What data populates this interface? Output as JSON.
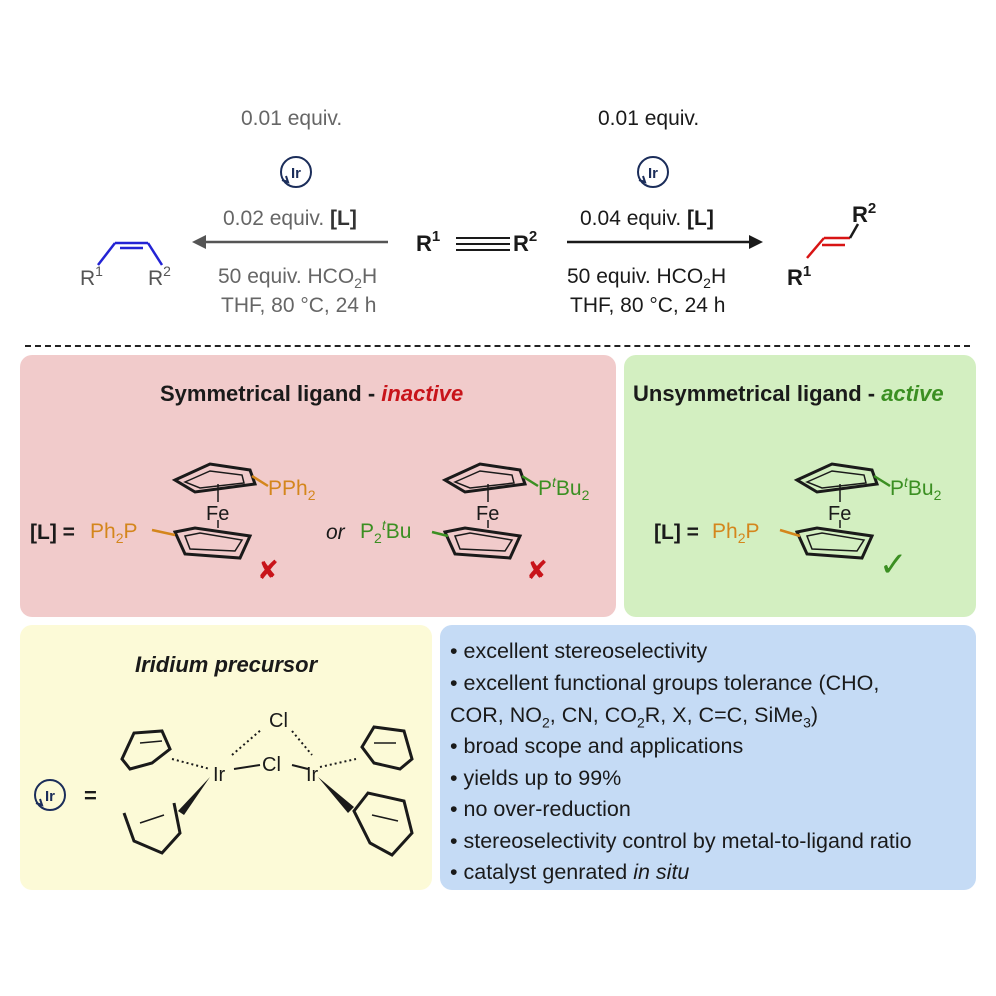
{
  "colors": {
    "red_panel": "#f1cbcb",
    "green_panel": "#d3efc1",
    "yellow_panel": "#fcfad7",
    "blue_panel": "#c5dbf5",
    "orange_phosphine": "#d4861c",
    "green_phosphine": "#3b8f22",
    "inactive_red": "#c8141a",
    "active_green": "#3b8f22",
    "alkene_blue": "#2323d4",
    "alkene_red": "#d81414",
    "ir_navy": "#1b2d5a"
  },
  "reaction": {
    "substrate_r1": "R",
    "substrate_r1_sup": "1",
    "substrate_r2": "R",
    "substrate_r2_sup": "2",
    "left": {
      "equiv_top": "0.01 equiv.",
      "ir_label": "Ir",
      "ligand_equiv": "0.02 equiv.",
      "ligand_label": "[L]",
      "acid_prefix": "50 equiv. HCO",
      "acid_sub": "2",
      "acid_suffix": "H",
      "conditions": "THF, 80 °C, 24 h",
      "product_r1": "R",
      "product_r1_sup": "1",
      "product_r2": "R",
      "product_r2_sup": "2"
    },
    "right": {
      "equiv_top": "0.01 equiv.",
      "ir_label": "Ir",
      "ligand_equiv": "0.04 equiv.",
      "ligand_label": "[L]",
      "acid_prefix": "50 equiv. HCO",
      "acid_sub": "2",
      "acid_suffix": "H",
      "conditions": "THF, 80 °C, 24 h",
      "product_r1": "R",
      "product_r1_sup": "1",
      "product_r2": "R",
      "product_r2_sup": "2"
    }
  },
  "symmetrical": {
    "title_main": "Symmetrical ligand - ",
    "title_status": "inactive",
    "ligand_label": "[L] =",
    "or_text": "or",
    "l1": {
      "top": "PPh",
      "top_sub": "2",
      "bottom": "Ph",
      "bottom_sub": "2",
      "bottom_p": "P",
      "metal": "Fe"
    },
    "l2": {
      "top": "P",
      "top_sup": "t",
      "top_rest": "Bu",
      "top_sub": "2",
      "bottom": "P",
      "bottom_sub": "2",
      "bottom_sup": "t",
      "bottom_rest": "Bu",
      "metal": "Fe"
    },
    "mark": "✘"
  },
  "unsymmetrical": {
    "title_main": "Unsymmetrical ligand - ",
    "title_status": "active",
    "ligand_label": "[L] =",
    "ligand": {
      "top": "P",
      "top_sup": "t",
      "top_rest": "Bu",
      "top_sub": "2",
      "bottom": "Ph",
      "bottom_sub": "2",
      "bottom_p": "P",
      "metal": "Fe"
    },
    "mark": "✓"
  },
  "precursor": {
    "title": "Iridium precursor",
    "ir_label": "Ir",
    "equals": "=",
    "cl_top": "Cl",
    "cl_mid": "Cl",
    "ir_left": "Ir",
    "ir_right": "Ir"
  },
  "features": [
    {
      "prefix": "• excellent stereoselectivity"
    },
    {
      "prefix": "• excellent functional groups tolerance (CHO,"
    },
    {
      "prefix": "COR, NO",
      "s1": "2",
      "m1": ", CN, CO",
      "s2": "2",
      "m2": "R, X, C=C, SiMe",
      "s3": "3",
      "m3": ")"
    },
    {
      "prefix": "• broad scope and applications"
    },
    {
      "prefix": "• yields up to 99%"
    },
    {
      "prefix": "• no over-reduction"
    },
    {
      "prefix": "• stereoselectivity control by metal-to-ligand ratio"
    },
    {
      "prefix": "• catalyst genrated ",
      "italic": "in situ"
    }
  ]
}
